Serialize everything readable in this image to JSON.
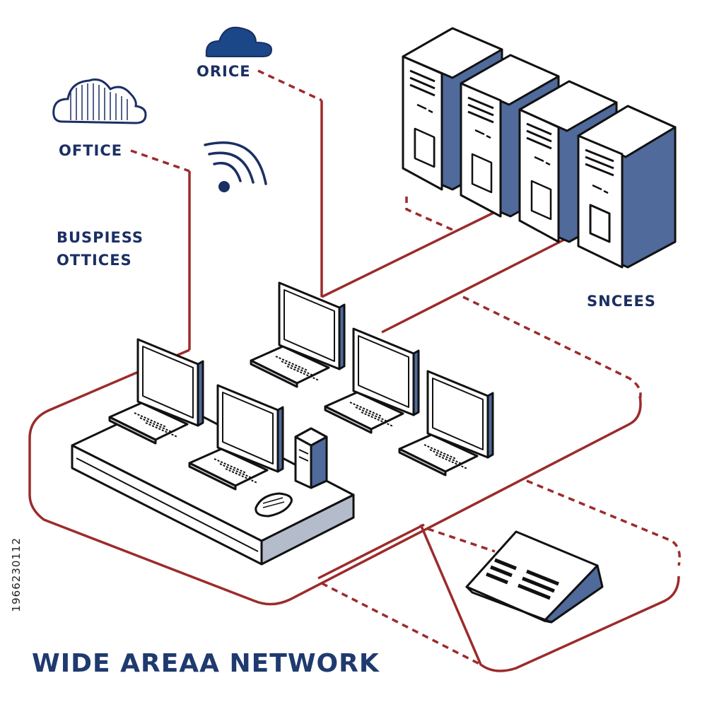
{
  "diagram": {
    "title": "WIDE AREAA NETWORK",
    "labels": {
      "office_top": "ORICE",
      "office_left": "OFTICE",
      "business_offices": "BUSPIESS\nOTTICES",
      "servers": "SNCEES"
    },
    "watermark_id": "1966230112",
    "colors": {
      "navy": "#1b2f63",
      "server_blue": "#4f6a9b",
      "link_red": "#9c2b2b",
      "outline": "#111111"
    },
    "icons": [
      "cloud-icon",
      "cloud-outline-icon",
      "wifi-icon",
      "server-tower-icon",
      "laptop-icon",
      "mini-pc-icon",
      "mouse-icon",
      "router-icon"
    ]
  }
}
